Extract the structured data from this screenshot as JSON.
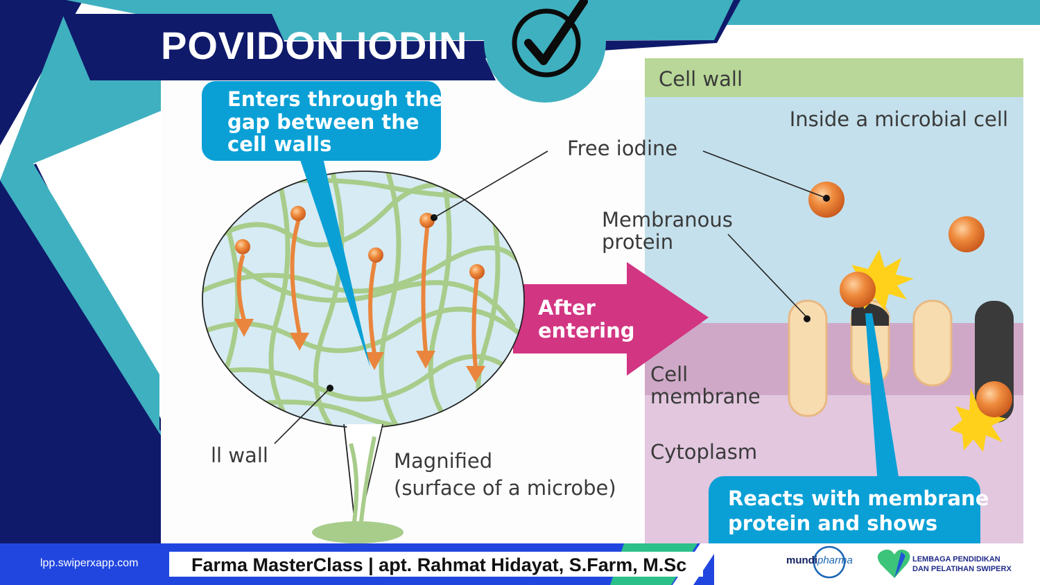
{
  "slide": {
    "title": "POVIDON IODIN",
    "check_icon": "check-circle-icon"
  },
  "diagram": {
    "callout_top_lines": [
      "Enters through the",
      "gap between the",
      "cell walls"
    ],
    "free_iodine": "Free iodine",
    "membranous_protein_lines": [
      "Membranous",
      "protein"
    ],
    "after_entering_lines": [
      "After",
      "entering"
    ],
    "cell_wall_left": "ll wall",
    "magnified_lines": [
      "Magnified",
      "(surface of a microbe)"
    ],
    "cell_wall_top": "Cell wall",
    "inside_cell": "Inside a microbial cell",
    "cell_membrane_lines": [
      "Cell",
      "membrane"
    ],
    "cytoplasm": "Cytoplasm",
    "callout_bottom_lines": [
      "Reacts with membrane",
      "protein and shows"
    ],
    "colors": {
      "navy": "#0f1a6b",
      "teal": "#3fb0bf",
      "callout_blue": "#0aa0d6",
      "fiber_green": "#a8cc8a",
      "iodine_orange": "#e9853d",
      "arrow_magenta": "#d23582",
      "cell_wall_green": "#b8d798",
      "cell_interior": "#c4e0ec",
      "membrane_purple": "#cfa8c7",
      "cytoplasm_pink": "#e2c7df",
      "protein_cream": "#f7dcb0",
      "burst_yellow": "#ffd11a"
    }
  },
  "footer": {
    "url": "lpp.swiperxapp.com",
    "credit": "Farma MasterClass | apt. Rahmat Hidayat, S.Farm, M.Sc",
    "brand_mundi": "mundi",
    "brand_pharma": "pharma",
    "lpp_line1": "LEMBAGA PENDIDIKAN",
    "lpp_line2": "DAN PELATIHAN SWIPERX"
  }
}
